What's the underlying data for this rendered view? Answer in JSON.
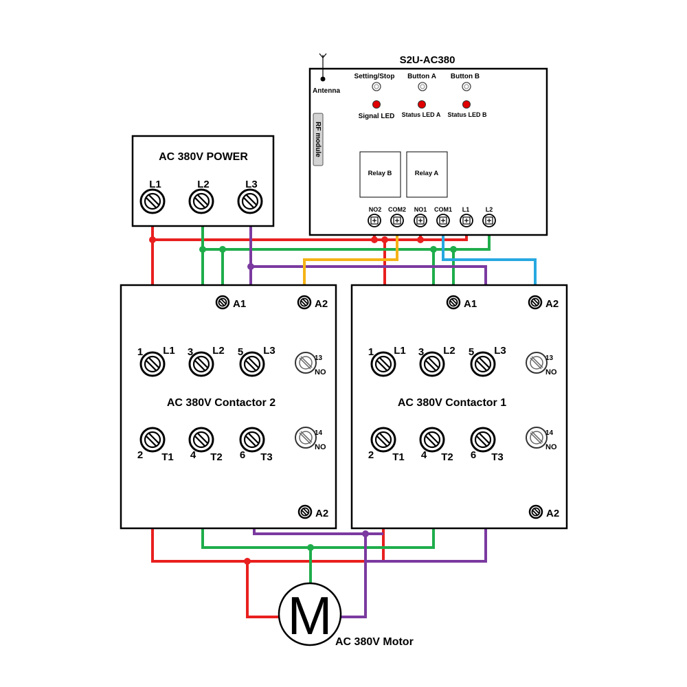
{
  "controller": {
    "title": "S2U-AC380",
    "antenna_label": "Antenna",
    "rf_module_label": "RF module",
    "buttons": [
      "Setting/Stop",
      "Button A",
      "Button B"
    ],
    "leds": [
      "Signal LED",
      "Status LED A",
      "Status LED B"
    ],
    "relays": [
      "Relay B",
      "Relay A"
    ],
    "terminals": [
      "NO2",
      "COM2",
      "NO1",
      "COM1",
      "L1",
      "L2"
    ]
  },
  "power": {
    "title": "AC 380V POWER",
    "terminals": [
      "L1",
      "L2",
      "L3"
    ]
  },
  "contactors": [
    {
      "title": "AC 380V Contactor 2",
      "coil": [
        "A1",
        "A2"
      ],
      "line_nums": [
        "1",
        "3",
        "5"
      ],
      "line_labels": [
        "L1",
        "L2",
        "L3"
      ],
      "load_nums": [
        "2",
        "4",
        "6"
      ],
      "load_labels": [
        "T1",
        "T2",
        "T3"
      ],
      "aux_top": [
        "13",
        "NO"
      ],
      "aux_bottom": [
        "14",
        "NO"
      ],
      "bottom_a2": "A2"
    },
    {
      "title": "AC 380V Contactor 1",
      "coil": [
        "A1",
        "A2"
      ],
      "line_nums": [
        "1",
        "3",
        "5"
      ],
      "line_labels": [
        "L1",
        "L2",
        "L3"
      ],
      "load_nums": [
        "2",
        "4",
        "6"
      ],
      "load_labels": [
        "T1",
        "T2",
        "T3"
      ],
      "aux_top": [
        "13",
        "NO"
      ],
      "aux_bottom": [
        "14",
        "NO"
      ],
      "bottom_a2": "A2"
    }
  ],
  "motor": {
    "symbol": "M",
    "label": "AC 380V Motor"
  },
  "colors": {
    "red": "#e8201f",
    "green": "#1fad4b",
    "purple": "#7b3aa0",
    "yellow": "#f5b316",
    "blue": "#27a8e0",
    "led": "#e00000"
  }
}
